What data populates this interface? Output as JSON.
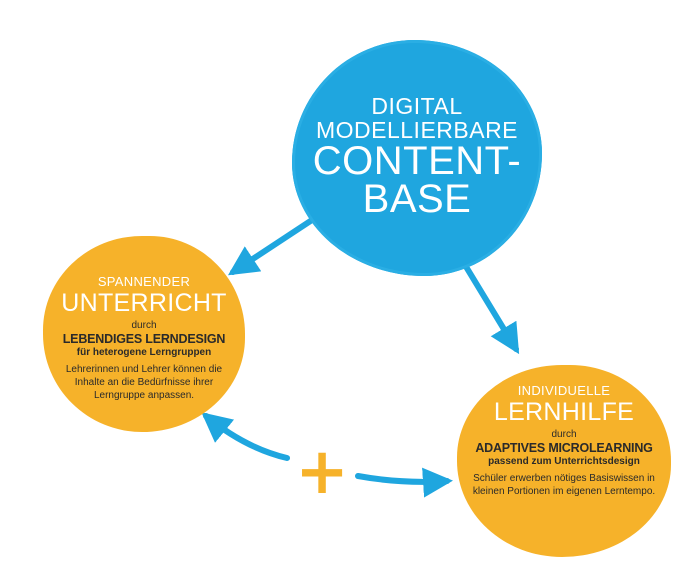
{
  "colors": {
    "blue": "#1fa6df",
    "orange": "#f6b22a",
    "arrow": "#1fa6df",
    "plus": "#f6b22a"
  },
  "center": {
    "line1": "DIGITAL",
    "line2": "MODELLIERBARE",
    "line3": "CONTENT-",
    "line4": "BASE"
  },
  "left_node": {
    "kicker": "SPANNENDER",
    "title": "UNTERRICHT",
    "connector": "durch",
    "method": "LEBENDIGES LERNDESIGN",
    "method_sub": "für heterogene Lerngruppen",
    "description": "Lehrerinnen und Lehrer können die Inhalte an die Bedürfnisse ihrer Lerngruppe anpassen."
  },
  "right_node": {
    "kicker": "INDIVIDUELLE",
    "title": "LERNHILFE",
    "connector": "durch",
    "method": "ADAPTIVES MICROLEARNING",
    "method_sub": "passend zum Unterrichtsdesign",
    "description": "Schüler erwerben nötiges Basiswissen in kleinen Portionen im eigenen Lerntempo."
  },
  "plus_symbol": "+"
}
